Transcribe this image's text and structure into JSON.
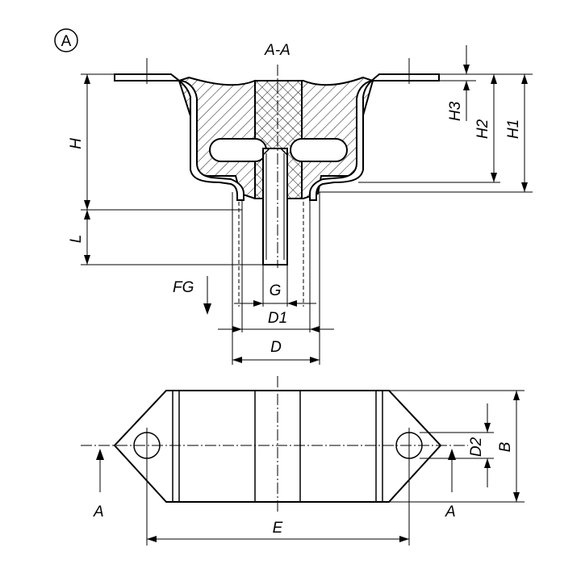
{
  "view_marker": "A",
  "section_label": "A-A",
  "labels": {
    "H": "H",
    "H1": "H1",
    "H2": "H2",
    "H3": "H3",
    "L": "L",
    "FG": "FG",
    "G": "G",
    "D1": "D1",
    "D": "D",
    "E": "E",
    "B": "B",
    "D2": "D2",
    "section_left": "A",
    "section_right": "A"
  }
}
